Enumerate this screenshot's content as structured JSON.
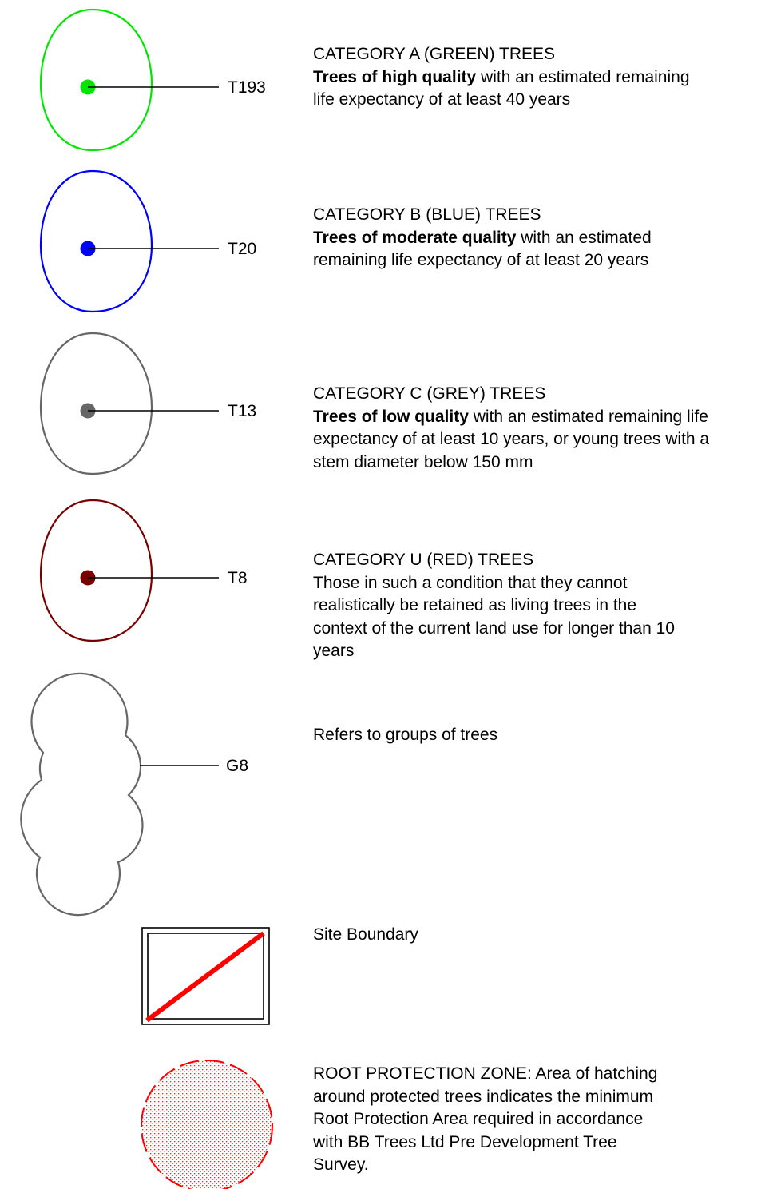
{
  "legend": {
    "category_a": {
      "tag": "T193",
      "color": "#00e600",
      "heading": "CATEGORY A (GREEN) TREES",
      "bold_text": "Trees of high quality",
      "line1_rest": " with an estimated remaining",
      "line2": "life expectancy of at least 40 years"
    },
    "category_b": {
      "tag": "T20",
      "color": "#0000ff",
      "heading": "CATEGORY B (BLUE) TREES",
      "bold_text": "Trees of moderate quality",
      "line1_rest": " with an estimated",
      "line2": "remaining life expectancy of at least 20 years"
    },
    "category_c": {
      "tag": "T13",
      "color": "#666666",
      "heading": "CATEGORY C (GREY) TREES",
      "bold_text": "Trees of low quality",
      "line1_rest": " with an estimated remaining life",
      "line2": "expectancy of at least 10 years, or young trees with a",
      "line3": "stem diameter below 150 mm"
    },
    "category_u": {
      "tag": "T8",
      "color": "#7a0000",
      "heading": "CATEGORY U (RED) TREES",
      "line1": "Those in such a condition that they cannot",
      "line2": "realistically be retained as living trees in the",
      "line3": "context of the current land use for longer than 10",
      "line4": "years"
    },
    "group": {
      "tag": "G8",
      "color": "#666666",
      "text": "Refers to groups of trees"
    },
    "site_boundary": {
      "text": "Site Boundary",
      "line_color": "#ff0000"
    },
    "root_protection": {
      "color": "#ff0000",
      "line1": "ROOT PROTECTION ZONE: Area of hatching",
      "line2": "around protected trees indicates the minimum",
      "line3": "Root Protection Area required in accordance",
      "line4": "with BB Trees Ltd Pre Development Tree",
      "line5": "Survey."
    }
  }
}
